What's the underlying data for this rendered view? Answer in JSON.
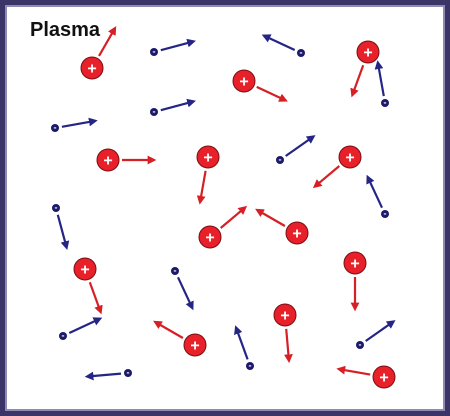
{
  "title": "Plasma",
  "legend": {
    "positive_symbol": "+",
    "negative_symbol": "-"
  },
  "colors": {
    "frame": "#3a3566",
    "positive_fill": "#e8202a",
    "positive_arrow": "#d71f26",
    "negative_fill": "#1d1a6b",
    "negative_arrow": "#242585"
  },
  "particles": [
    {
      "charge": "positive",
      "direction_deg": -60
    },
    {
      "charge": "positive",
      "direction_deg": 110
    },
    {
      "charge": "positive",
      "direction_deg": 25
    },
    {
      "charge": "positive",
      "direction_deg": 0
    },
    {
      "charge": "positive",
      "direction_deg": 100
    },
    {
      "charge": "positive",
      "direction_deg": 140
    },
    {
      "charge": "positive",
      "direction_deg": -150
    },
    {
      "charge": "positive",
      "direction_deg": -40
    },
    {
      "charge": "positive",
      "direction_deg": 70
    },
    {
      "charge": "positive",
      "direction_deg": 90
    },
    {
      "charge": "positive",
      "direction_deg": 85
    },
    {
      "charge": "positive",
      "direction_deg": -150
    },
    {
      "charge": "positive",
      "direction_deg": -170
    },
    {
      "charge": "negative",
      "direction_deg": -15
    },
    {
      "charge": "negative",
      "direction_deg": -155
    },
    {
      "charge": "negative",
      "direction_deg": 75
    },
    {
      "charge": "negative",
      "direction_deg": -10
    },
    {
      "charge": "negative",
      "direction_deg": -15
    },
    {
      "charge": "negative",
      "direction_deg": -100
    },
    {
      "charge": "negative",
      "direction_deg": -35
    },
    {
      "charge": "negative",
      "direction_deg": -115
    },
    {
      "charge": "negative",
      "direction_deg": 65
    },
    {
      "charge": "negative",
      "direction_deg": -25
    },
    {
      "charge": "negative",
      "direction_deg": -110
    },
    {
      "charge": "negative",
      "direction_deg": -35
    },
    {
      "charge": "negative",
      "direction_deg": 175
    }
  ]
}
